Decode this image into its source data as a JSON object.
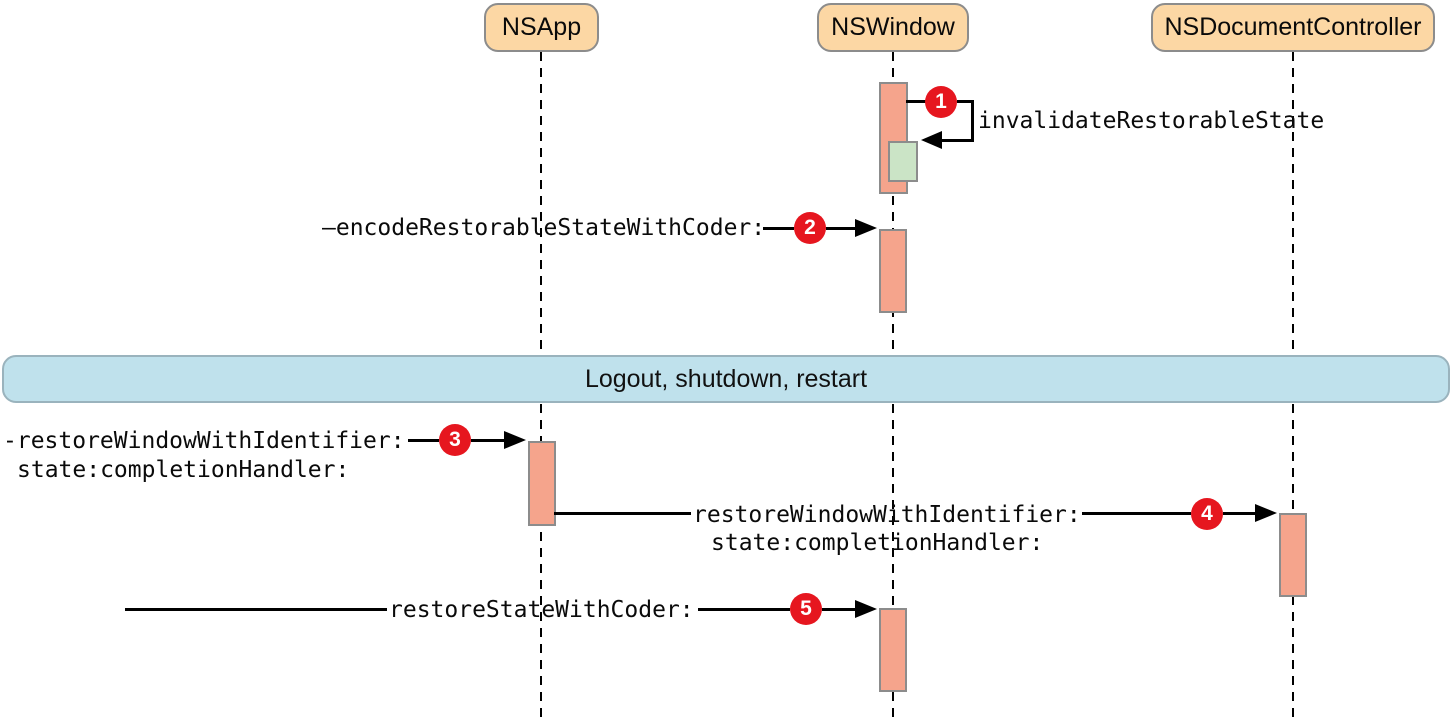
{
  "participants": [
    {
      "id": "nsapp",
      "label": "NSApp"
    },
    {
      "id": "nswindow",
      "label": "NSWindow"
    },
    {
      "id": "nsdocumentcontroller",
      "label": "NSDocumentController"
    }
  ],
  "separator": {
    "label": "Logout, shutdown, restart"
  },
  "messages": [
    {
      "step": "1",
      "label": "invalidateRestorableState",
      "kind": "self-message",
      "from": "NSWindow",
      "to": "NSWindow"
    },
    {
      "step": "2",
      "label": "—encodeRestorableStateWithCoder:",
      "kind": "call",
      "from": "offstage",
      "to": "NSWindow"
    },
    {
      "step": "3",
      "label_line1": "-restoreWindowWithIdentifier:",
      "label_line2": "state:completionHandler:",
      "kind": "call",
      "from": "offstage",
      "to": "NSApp"
    },
    {
      "step": "4",
      "label_line1": "restoreWindowWithIdentifier:",
      "label_line2": "state:completionHandler:",
      "kind": "call",
      "from": "NSApp",
      "to": "NSDocumentController"
    },
    {
      "step": "5",
      "label": "restoreStateWithCoder:",
      "kind": "call",
      "from": "offstage",
      "to": "NSWindow"
    }
  ],
  "colors": {
    "participant_fill": "#FCD7A4",
    "participant_border": "#8C8C8C",
    "activation_fill": "#F5A48C",
    "activation_border": "#8C8C8C",
    "encode_block_fill": "#CBE4C6",
    "separator_fill": "#BFE1EC",
    "step_badge_fill": "#E6161F",
    "step_badge_text": "#FFFFFF",
    "line_color": "#000000",
    "background": "#FFFFFF"
  }
}
